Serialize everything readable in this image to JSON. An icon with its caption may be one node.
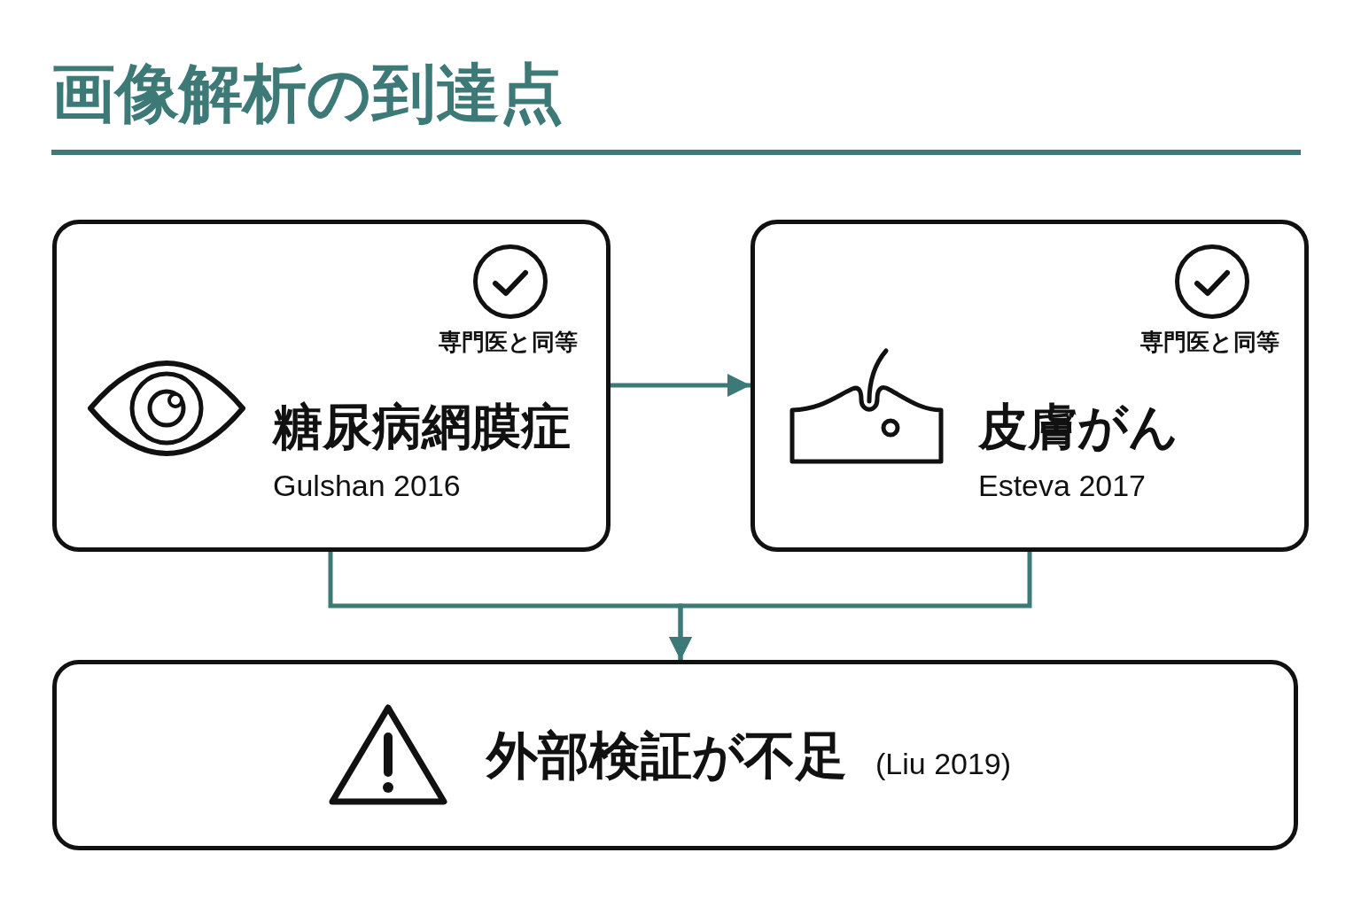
{
  "diagram": {
    "title": "画像解析の到達点",
    "nodes": [
      {
        "text": [
          "専門医と同等",
          "糖尿病網膜症",
          "Gulshan 2016"
        ]
      },
      {
        "text": [
          "専門医と同等",
          "皮膚がん",
          "Esteva 2017"
        ]
      },
      {
        "text": [
          "外部検証が不足",
          "(Liu 2019)"
        ]
      }
    ],
    "edges": [
      {
        "from": 0,
        "to": 1,
        "arrow": "to"
      },
      {
        "from": 0,
        "to": 2,
        "arrow": "to"
      },
      {
        "from": 1,
        "to": 2,
        "arrow": "to"
      }
    ]
  }
}
